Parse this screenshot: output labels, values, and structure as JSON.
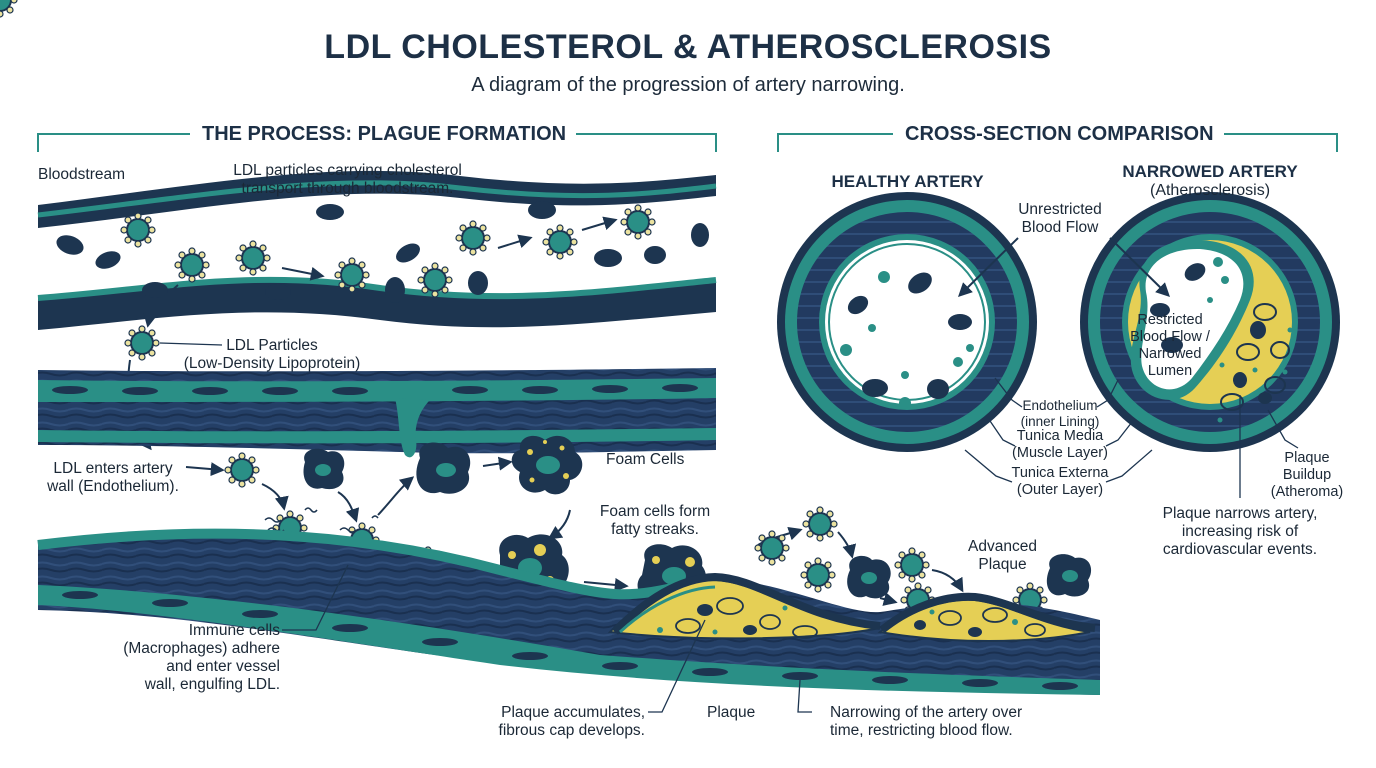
{
  "title": "LDL CHOLESTEROL & ATHEROSCLEROSIS",
  "subtitle": "A diagram of the progression of artery narrowing.",
  "process": {
    "section_title": "THE PROCESS: PLAGUE FORMATION",
    "bloodstream": "Bloodstream",
    "ldl_transport": [
      "LDL particles carrying cholesterol",
      "transport through bloodstream."
    ],
    "ldl_particles": [
      "LDL Particles",
      "(Low-Density Lipoprotein)"
    ],
    "ldl_enters": [
      "LDL enters artery",
      "wall (Endothelium)."
    ],
    "foam_cells": "Foam Cells",
    "foam_streaks": [
      "Foam cells form",
      "fatty streaks."
    ],
    "immune_cells": [
      "Immune cells",
      "(Macrophages) adhere",
      "and enter vessel",
      "wall, engulfing LDL."
    ],
    "advanced_plaque": [
      "Advanced",
      "Plaque"
    ],
    "plaque_accumulates": [
      "Plaque accumulates,",
      "fibrous cap develops."
    ],
    "plaque": "Plaque",
    "narrowing": [
      "Narrowing of the artery over",
      "time, restricting blood flow."
    ]
  },
  "comparison": {
    "section_title": "CROSS-SECTION COMPARISON",
    "healthy": "HEALTHY ARTERY",
    "narrowed": "NARROWED ARTERY",
    "narrowed_sub": "(Atherosclerosis)",
    "unrestricted": [
      "Unrestricted",
      "Blood Flow"
    ],
    "restricted": [
      "Restricted",
      "Blood Flow /",
      "Narrowed",
      "Lumen"
    ],
    "endothelium": [
      "Endothelium",
      "(inner Lining)"
    ],
    "tunica_media": [
      "Tunica Media",
      "(Muscle Layer)"
    ],
    "tunica_externa": [
      "Tunica Externa",
      "(Outer Layer)"
    ],
    "plaque_buildup": [
      "Plaque",
      "Buildup",
      "(Atheroma)"
    ],
    "plaque_narrows": [
      "Plaque narrows artery,",
      "increasing risk of",
      "cardiovascular events."
    ]
  },
  "colors": {
    "navy": "#1d3550",
    "teal": "#2a8f86",
    "plaque_yellow": "#e8d35a",
    "bg": "#ffffff"
  }
}
